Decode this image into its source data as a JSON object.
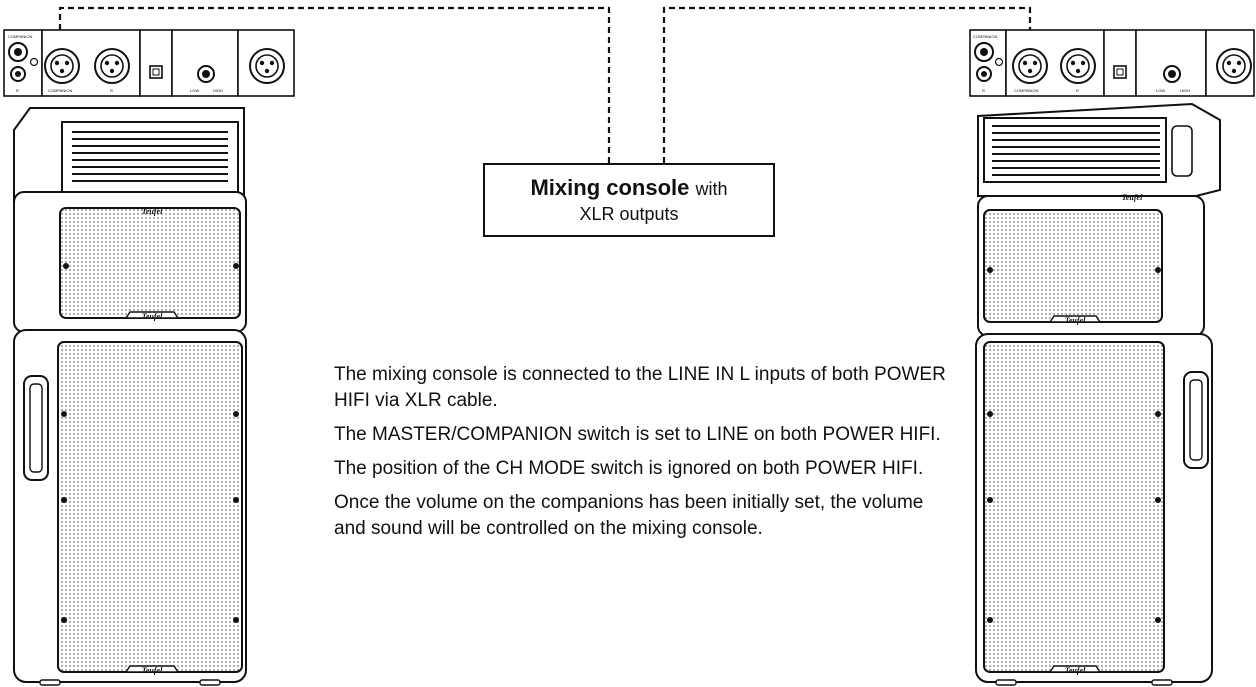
{
  "console": {
    "title": "Mixing console",
    "title_suffix": "with",
    "subtitle": "XLR outputs"
  },
  "notes": [
    "The mixing console is connected to the LINE IN L inputs of both POWER HIFI via XLR cable.",
    "The MASTER/COMPANION switch is set to LINE on both POWER HIFI.",
    "The position of the CH MODE switch is ignored on both POWER HIFI.",
    "Once the volume on the companions has been initially set, the volume and sound will be controlled on the mixing console."
  ],
  "panel_labels": {
    "companion": "COMPANION",
    "r": "R",
    "low": "LOW",
    "high": "HIGH"
  },
  "brand": "Teufel"
}
